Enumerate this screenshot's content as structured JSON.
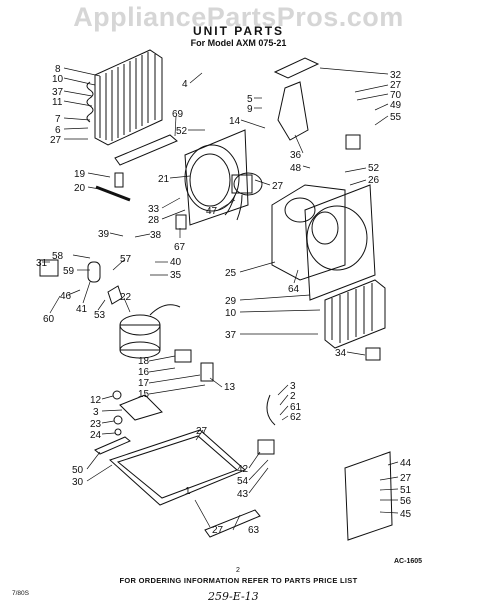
{
  "watermark": "AppliancePartsPros.com",
  "title": "UNIT PARTS",
  "model": "For Model AXM 075-21",
  "diagram_ref": "AC-1605",
  "footer": "FOR ORDERING INFORMATION REFER TO PARTS PRICE LIST",
  "doc_code": "7/80S",
  "page_number": "2",
  "handwritten_note": "259-E-13",
  "callouts": [
    "8",
    "10",
    "37",
    "11",
    "7",
    "6",
    "27",
    "4",
    "69",
    "52",
    "5",
    "9",
    "14",
    "32",
    "27",
    "70",
    "49",
    "55",
    "36",
    "48",
    "52",
    "26",
    "19",
    "20",
    "21",
    "33",
    "28",
    "47",
    "27",
    "67",
    "39",
    "38",
    "58",
    "31",
    "59",
    "46",
    "41",
    "60",
    "57",
    "40",
    "35",
    "53",
    "22",
    "18",
    "16",
    "17",
    "15",
    "13",
    "25",
    "64",
    "29",
    "10",
    "37",
    "34",
    "3",
    "2",
    "61",
    "62",
    "12",
    "3",
    "23",
    "24",
    "27",
    "44",
    "27",
    "51",
    "56",
    "45",
    "42",
    "54",
    "43",
    "50",
    "30",
    "27",
    "63",
    "1"
  ]
}
